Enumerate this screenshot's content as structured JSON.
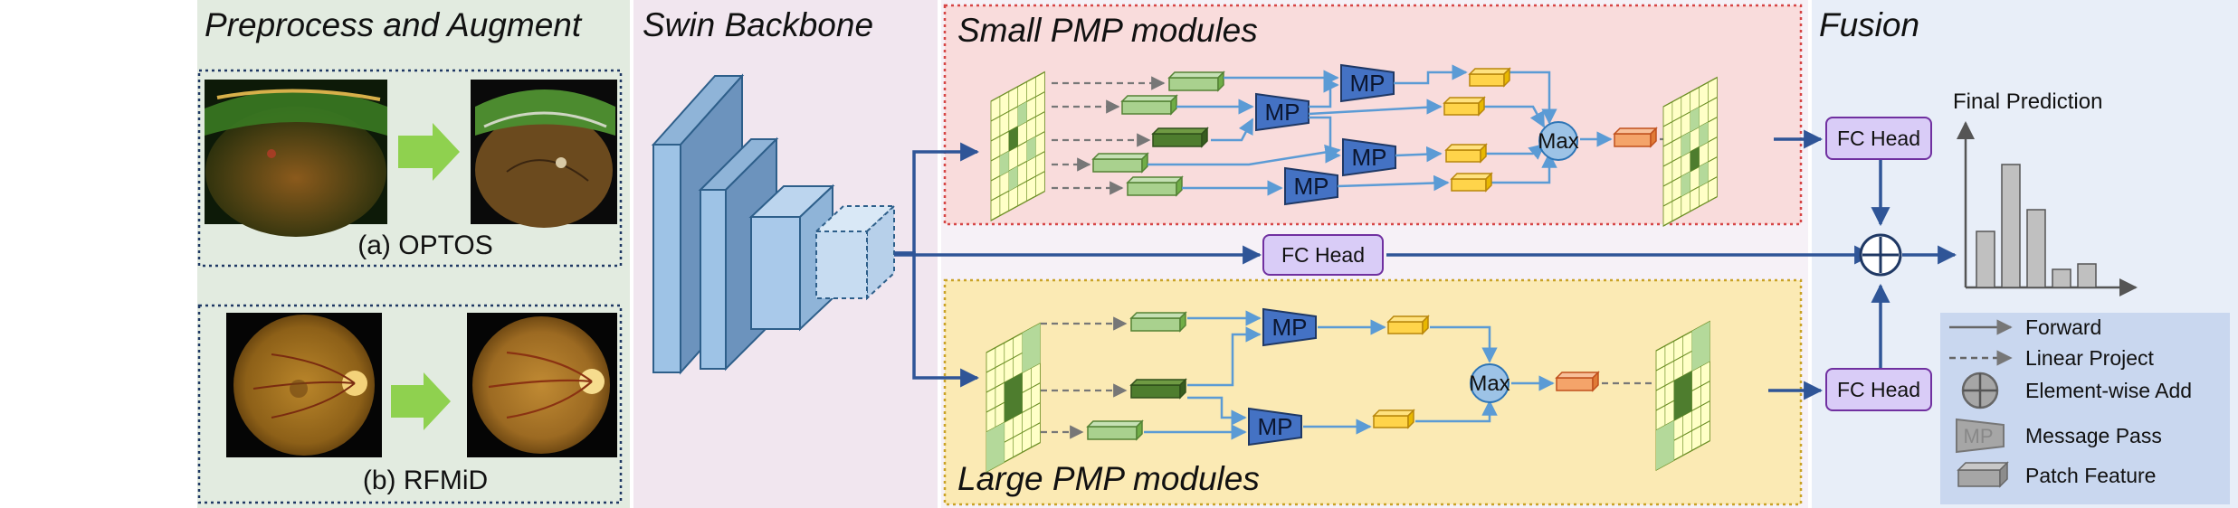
{
  "sections": {
    "preprocess_title": "Preprocess and Augment",
    "backbone_title": "Swin Backbone",
    "small_title": "Small PMP modules",
    "large_title": "Large PMP modules",
    "fusion_title": "Fusion"
  },
  "datasets": [
    {
      "caption": "(a) OPTOS"
    },
    {
      "caption": "(b) RFMiD"
    }
  ],
  "modules": {
    "mp_label": "MP",
    "max_label": "Max"
  },
  "heads": {
    "fc_label": "FC Head"
  },
  "fusion": {
    "final_prediction": "Final Prediction"
  },
  "legend": [
    {
      "label": "Forward",
      "icon": "solid-arrow-icon"
    },
    {
      "label": "Linear Project",
      "icon": "dashed-arrow-icon"
    },
    {
      "label": "Element-wise Add",
      "icon": "circle-plus-icon"
    },
    {
      "label": "Message Pass",
      "icon": "message-pass-icon"
    },
    {
      "label": "Patch Feature",
      "icon": "patch-feature-icon"
    }
  ],
  "colors": {
    "preprocess_bg": "#e2ebe0",
    "backbone_bg": "#f1e6ef",
    "small_bg": "#f9dcdc",
    "large_bg": "#fbeab4",
    "fusion_bg": "#e8eef8",
    "legend_bg": "#c9d7ef",
    "mp_fill": "#4472c4",
    "fc_fill": "#d9ccf7",
    "arrow": "#5b9bd5",
    "dark_arrow": "#2f5597"
  }
}
